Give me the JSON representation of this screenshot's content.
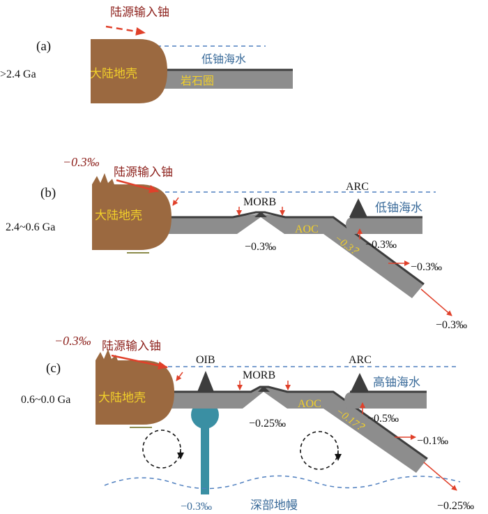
{
  "colors": {
    "crust": "#9b6940",
    "crust_text": "#f2d02a",
    "slab": "#8d8d8d",
    "slab_edge": "#3d3d3d",
    "seawater_line": "#4f7fbf",
    "seawater_text": "#3a6b9a",
    "red_text": "#8c1f1a",
    "arrow_red": "#e0402a",
    "mantle_blue": "#3a8fa3",
    "mantle_text": "#3a6b9a",
    "black": "#111111"
  },
  "panel_a": {
    "label": "(a)",
    "age": ">2.4 Ga",
    "input_label": "陆源输入铀",
    "crust_label": "大陆地壳",
    "seawater_label": "低铀海水",
    "lithosphere_label": "岩石圈"
  },
  "panel_b": {
    "label": "(b)",
    "age": "2.4~0.6 Ga",
    "crust_value": "−0.3‰",
    "input_label": "陆源输入铀",
    "crust_label": "大陆地壳",
    "morb_label": "MORB",
    "arc_label": "ARC",
    "seawater_label": "低铀海水",
    "aoc_label": "AOC",
    "aoc_value": "−0.3？",
    "morb_value": "−0.3‰",
    "arc_value": "−0.3‰",
    "slab_value_1": "−0.3‰",
    "slab_value_2": "−0.3‰"
  },
  "panel_c": {
    "label": "(c)",
    "age": "0.6~0.0 Ga",
    "crust_value": "−0.3‰",
    "input_label": "陆源输入铀",
    "crust_label": "大陆地壳",
    "oib_label": "OIB",
    "morb_label": "MORB",
    "arc_label": "ARC",
    "seawater_label": "高铀海水",
    "aoc_label": "AOC",
    "aoc_value": "−0.17？",
    "morb_value": "−0.25‰",
    "arc_value": "−0.5‰",
    "slab_value_1": "−0.1‰",
    "slab_value_2": "−0.25‰",
    "plume_value": "−0.3‰",
    "mantle_label": "深部地幔"
  }
}
